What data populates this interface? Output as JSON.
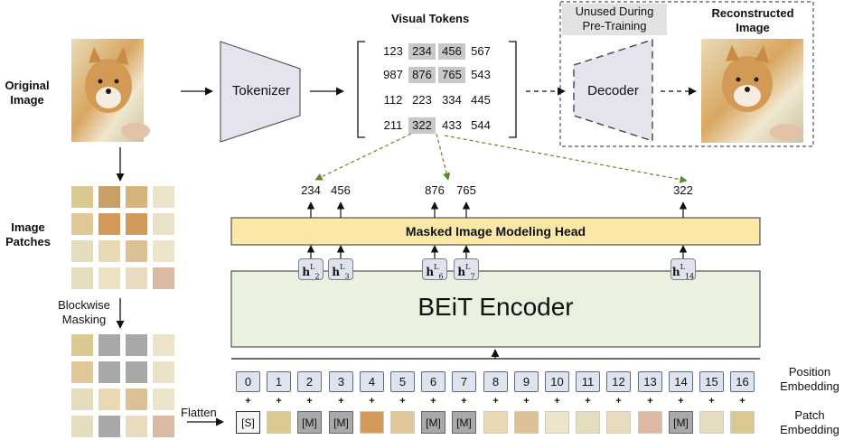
{
  "labels": {
    "visual_tokens": "Visual Tokens",
    "reconstructed": "Reconstructed\nImage",
    "unused": "Unused During\nPre-Training",
    "original": "Original\nImage",
    "tokenizer": "Tokenizer",
    "decoder": "Decoder",
    "image_patches": "Image\nPatches",
    "blockwise": "Blockwise\nMasking",
    "flatten": "Flatten",
    "mim_head": "Masked Image Modeling Head",
    "encoder": "BEiT Encoder",
    "position_embedding": "Position\nEmbedding",
    "patch_embedding": "Patch\nEmbedding"
  },
  "token_grid": [
    [
      "123",
      "234",
      "456",
      "567"
    ],
    [
      "987",
      "876",
      "765",
      "543"
    ],
    [
      "112",
      "223",
      "334",
      "445"
    ],
    [
      "211",
      "322",
      "433",
      "544"
    ]
  ],
  "token_highlight": [
    [
      0,
      1
    ],
    [
      0,
      2
    ],
    [
      1,
      1
    ],
    [
      1,
      2
    ],
    [
      3,
      1
    ]
  ],
  "head_outputs": [
    "234",
    "456",
    "876",
    "765",
    "322"
  ],
  "hidden_states": [
    {
      "base": "h",
      "sup": "L",
      "sub": "2"
    },
    {
      "base": "h",
      "sup": "L",
      "sub": "3"
    },
    {
      "base": "h",
      "sup": "L",
      "sub": "6"
    },
    {
      "base": "h",
      "sup": "L",
      "sub": "7"
    },
    {
      "base": "h",
      "sup": "L",
      "sub": "14"
    }
  ],
  "positions": [
    "0",
    "1",
    "2",
    "3",
    "4",
    "5",
    "6",
    "7",
    "8",
    "9",
    "10",
    "11",
    "12",
    "13",
    "14",
    "15",
    "16"
  ],
  "plus_sign": "+",
  "patch_embeddings": [
    "[S]",
    "",
    "[M]",
    "[M]",
    "",
    "",
    "[M]",
    "[M]",
    "",
    "",
    "",
    "",
    "",
    "",
    "[M]",
    "",
    ""
  ],
  "colors": {
    "head_fill": "#fbe7a6",
    "encoder_fill": "#eaf1df",
    "shape_fill": "#e4e3ee",
    "arrow_green": "#5e8a2e",
    "token_highlight": "#c8c8c8"
  }
}
